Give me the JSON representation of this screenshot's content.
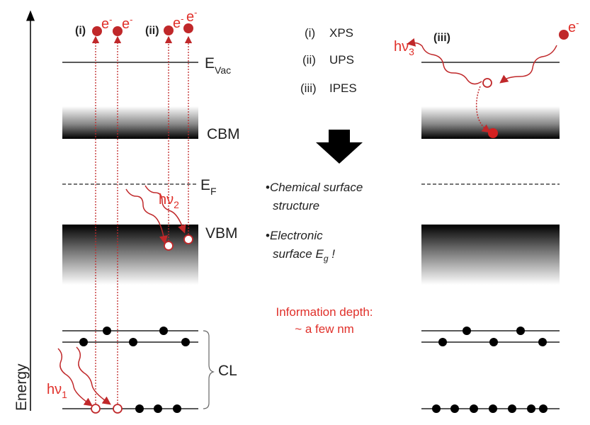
{
  "axis_label": "Energy",
  "levels": {
    "evac": {
      "main": "E",
      "sub": "Vac"
    },
    "cbm": "CBM",
    "ef": {
      "main": "E",
      "sub": "F"
    },
    "vbm": "VBM",
    "cl": "CL"
  },
  "processes": {
    "i": "(i)",
    "ii": "(ii)",
    "iii": "(iii)",
    "electron": {
      "main": "e",
      "sup": "-"
    },
    "hv1": {
      "main": "hν",
      "sub": "1"
    },
    "hv2": {
      "main": "hν",
      "sub": "2"
    },
    "hv3": {
      "main": "hν",
      "sub": "3"
    }
  },
  "legend": [
    {
      "num": "(i)",
      "name": "XPS"
    },
    {
      "num": "(ii)",
      "name": "UPS"
    },
    {
      "num": "(iii)",
      "name": "IPES"
    }
  ],
  "bullets": [
    {
      "line1": "Chemical surface",
      "line2": "structure"
    },
    {
      "line1": "Electronic",
      "line2a": "surface E",
      "line2sub": "g",
      "line2b": " !"
    }
  ],
  "info": {
    "line1": "Information depth:",
    "line2": "~ a few nm"
  },
  "colors": {
    "accent": "#c0282a",
    "text_red": "#e0302a"
  }
}
